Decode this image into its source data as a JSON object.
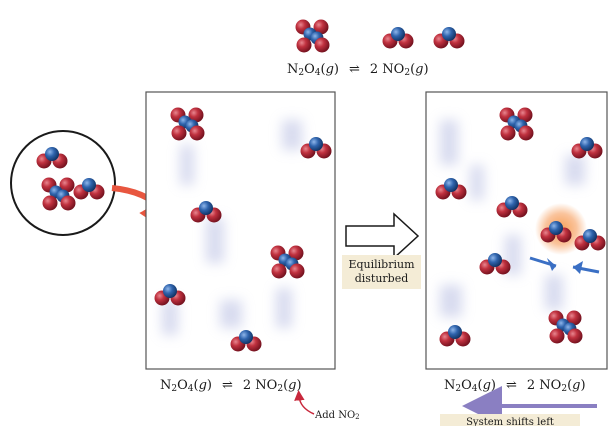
{
  "equations": {
    "top": {
      "r_base": "N",
      "r_sub1": "2",
      "r_mid": "O",
      "r_sub2": "4",
      "r_state": "g",
      "arrow": "⇌",
      "p_coef": "2 NO",
      "p_sub": "2",
      "p_state": "g"
    },
    "left": {
      "r_base": "N",
      "r_sub1": "2",
      "r_mid": "O",
      "r_sub2": "4",
      "r_state": "g",
      "arrow": "⇌",
      "p_coef": "2 NO",
      "p_sub": "2",
      "p_state": "g"
    },
    "right": {
      "r_base": "N",
      "r_sub1": "2",
      "r_mid": "O",
      "r_sub2": "4",
      "r_state": "g",
      "arrow": "⇌",
      "p_coef": "2 NO",
      "p_sub": "2",
      "p_state": "g"
    }
  },
  "labels": {
    "disturbed_line1": "Equilibrium",
    "disturbed_line2": "disturbed",
    "add_text": "Add NO",
    "add_sub": "2",
    "shift_text": "System shifts left"
  },
  "colors": {
    "oxygen": "#b3263a",
    "nitrogen": "#2b5fa6",
    "box_border": "#555555",
    "add_arrow": "#e8563f",
    "shift_arrow": "#8a7fc2",
    "blue_arrow": "#3a6fc4",
    "glow": "#f5893a"
  }
}
